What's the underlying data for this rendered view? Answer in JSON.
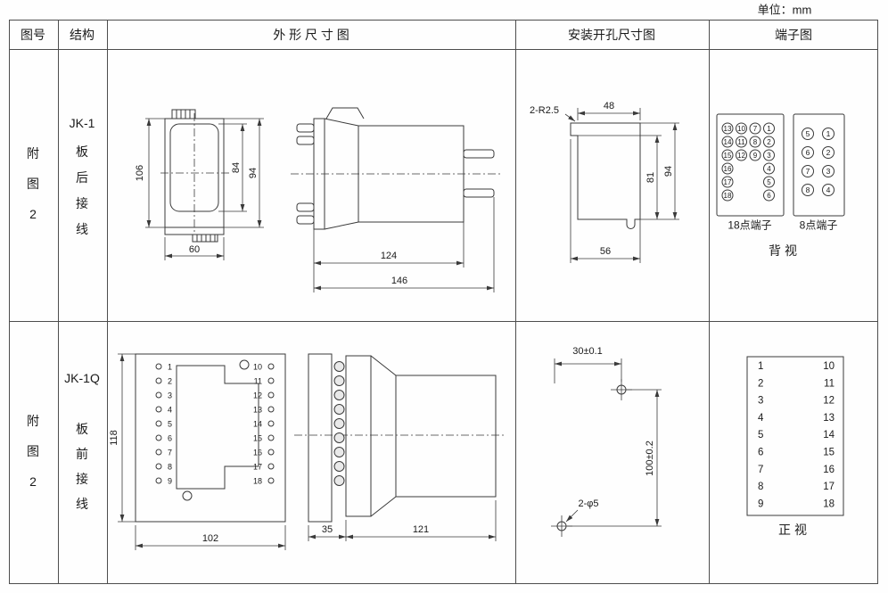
{
  "unit_label": "单位：mm",
  "header": {
    "figure": "图号",
    "structure": "结构",
    "outline": "外 形 尺 寸 图",
    "mounting": "安装开孔尺寸图",
    "terminal": "端子图"
  },
  "row1": {
    "figure_label": [
      "附",
      "图",
      "2"
    ],
    "structure_label": [
      "JK-1",
      "板",
      "后",
      "接",
      "线"
    ],
    "outline_dims": {
      "height": "106",
      "width": "60",
      "inner_height": "84",
      "flange_height": "94",
      "body_depth": "124",
      "total_depth": "146"
    },
    "mounting_dims": {
      "corner_note": "2-R2.5",
      "top_width": "48",
      "inner_height": "81",
      "full_height": "94",
      "bottom_width": "56"
    },
    "terminals": {
      "block18": {
        "label": "18点端子",
        "columns": [
          [
            13,
            14,
            15,
            16,
            17,
            18
          ],
          [
            10,
            11,
            12
          ],
          [
            7,
            8,
            9
          ],
          [
            1,
            2,
            3,
            4,
            5,
            6
          ]
        ]
      },
      "block8": {
        "label": "8点端子",
        "columns": [
          [
            5,
            6,
            7,
            8
          ],
          [
            1,
            2,
            3,
            4
          ]
        ]
      },
      "view_label": "背 视"
    }
  },
  "row2": {
    "figure_label": [
      "附",
      "图",
      "2"
    ],
    "structure_label": [
      "JK-1Q",
      "板",
      "前",
      "接",
      "线"
    ],
    "outline_dims": {
      "height": "118",
      "width": "102",
      "flange_depth": "35",
      "body_depth": "121"
    },
    "pins_left": [
      "1",
      "2",
      "3",
      "4",
      "5",
      "6",
      "7",
      "8",
      "9"
    ],
    "pins_right": [
      "10",
      "11",
      "12",
      "13",
      "14",
      "15",
      "16",
      "17",
      "18"
    ],
    "mounting_dims": {
      "hole_spacing_x": "30±0.1",
      "hole_spacing_y": "100±0.2",
      "hole_note": "2-φ5"
    },
    "terminals": {
      "left": [
        "1",
        "2",
        "3",
        "4",
        "5",
        "6",
        "7",
        "8",
        "9"
      ],
      "right": [
        "10",
        "11",
        "12",
        "13",
        "14",
        "15",
        "16",
        "17",
        "18"
      ],
      "view_label": "正 视"
    }
  }
}
